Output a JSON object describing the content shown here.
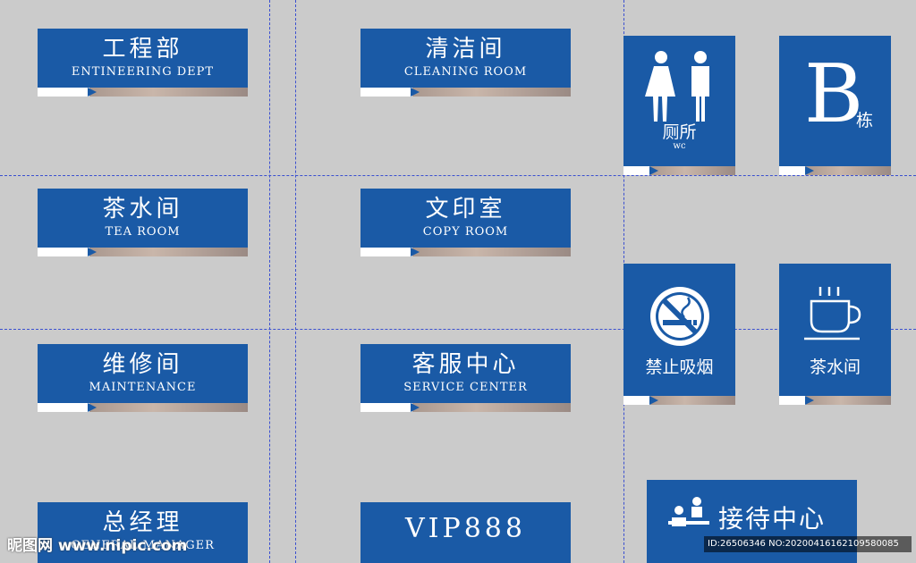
{
  "signs": {
    "engineering": {
      "cn": "工程部",
      "en": "ENTINEERING DEPT"
    },
    "cleaning": {
      "cn": "清洁间",
      "en": "CLEANING ROOM"
    },
    "tea": {
      "cn": "茶水间",
      "en": "TEA ROOM"
    },
    "copy": {
      "cn": "文印室",
      "en": "COPY ROOM"
    },
    "maintenance": {
      "cn": "维修间",
      "en": "MAINTENANCE"
    },
    "service": {
      "cn": "客服中心",
      "en": "SERVICE CENTER"
    },
    "manager": {
      "cn": "总经理",
      "en": "GENERAL MANAGER"
    },
    "vip": {
      "text": "VIP888"
    },
    "toilet": {
      "cn": "厕所",
      "en": "wc"
    },
    "building": {
      "letter": "B",
      "cn": "栋"
    },
    "no_smoking": {
      "cn": "禁止吸烟"
    },
    "tea_icon": {
      "cn": "茶水间"
    },
    "reception": {
      "cn": "接待中心"
    }
  },
  "watermark": {
    "logo": "昵图网 www.nipic.com",
    "id": "ID:26506346 NO:20200416162109580085"
  },
  "colors": {
    "sign_blue": "#1a5aa6",
    "background": "#cbcbcb"
  }
}
